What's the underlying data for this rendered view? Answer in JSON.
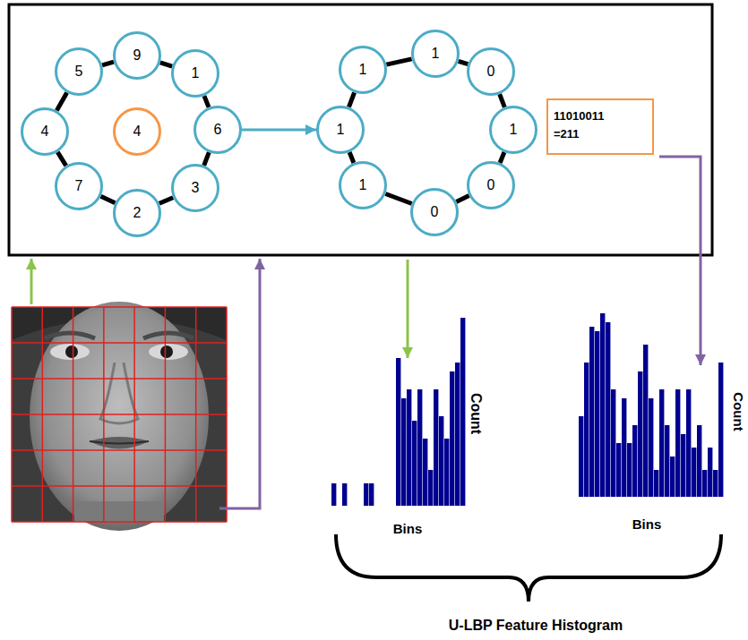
{
  "diagram": {
    "nodes": [
      {
        "text": [
          "5"
        ]
      },
      {
        "text": [
          "9"
        ]
      },
      {
        "text": [
          "1"
        ]
      },
      {
        "text": [
          "4"
        ]
      },
      {
        "text": [
          "4"
        ]
      },
      {
        "text": [
          "6"
        ]
      },
      {
        "text": [
          "7"
        ]
      },
      {
        "text": [
          "3"
        ]
      },
      {
        "text": [
          "2"
        ]
      },
      {
        "text": [
          "1"
        ]
      },
      {
        "text": [
          "1"
        ]
      },
      {
        "text": [
          "0"
        ]
      },
      {
        "text": [
          "1"
        ]
      },
      {
        "text": [
          "1"
        ]
      },
      {
        "text": [
          "1"
        ]
      },
      {
        "text": [
          "0"
        ]
      },
      {
        "text": [
          "0"
        ]
      },
      {
        "text": [
          "11010011 =211"
        ]
      }
    ],
    "edges": [
      {
        "from": 1,
        "to": 2,
        "arrow": "none"
      },
      {
        "from": 2,
        "to": 5,
        "arrow": "none"
      },
      {
        "from": 5,
        "to": 7,
        "arrow": "none"
      },
      {
        "from": 7,
        "to": 8,
        "arrow": "none"
      },
      {
        "from": 8,
        "to": 6,
        "arrow": "none"
      },
      {
        "from": 6,
        "to": 3,
        "arrow": "none"
      },
      {
        "from": 3,
        "to": 0,
        "arrow": "none"
      },
      {
        "from": 0,
        "to": 1,
        "arrow": "none"
      },
      {
        "from": 5,
        "to": 12,
        "arrow": "to"
      },
      {
        "from": 10,
        "to": 11,
        "arrow": "none"
      },
      {
        "from": 11,
        "to": 13,
        "arrow": "none"
      },
      {
        "from": 13,
        "to": 15,
        "arrow": "none"
      },
      {
        "from": 15,
        "to": 16,
        "arrow": "none"
      },
      {
        "from": 16,
        "to": 14,
        "arrow": "none"
      },
      {
        "from": 14,
        "to": 12,
        "arrow": "none"
      },
      {
        "from": 12,
        "to": 9,
        "arrow": "none"
      },
      {
        "from": 9,
        "to": 10,
        "arrow": "none"
      }
    ],
    "labels": [
      "Count",
      "Bins",
      "Count",
      "Bins",
      "U-LBP Feature Histogram"
    ]
  }
}
